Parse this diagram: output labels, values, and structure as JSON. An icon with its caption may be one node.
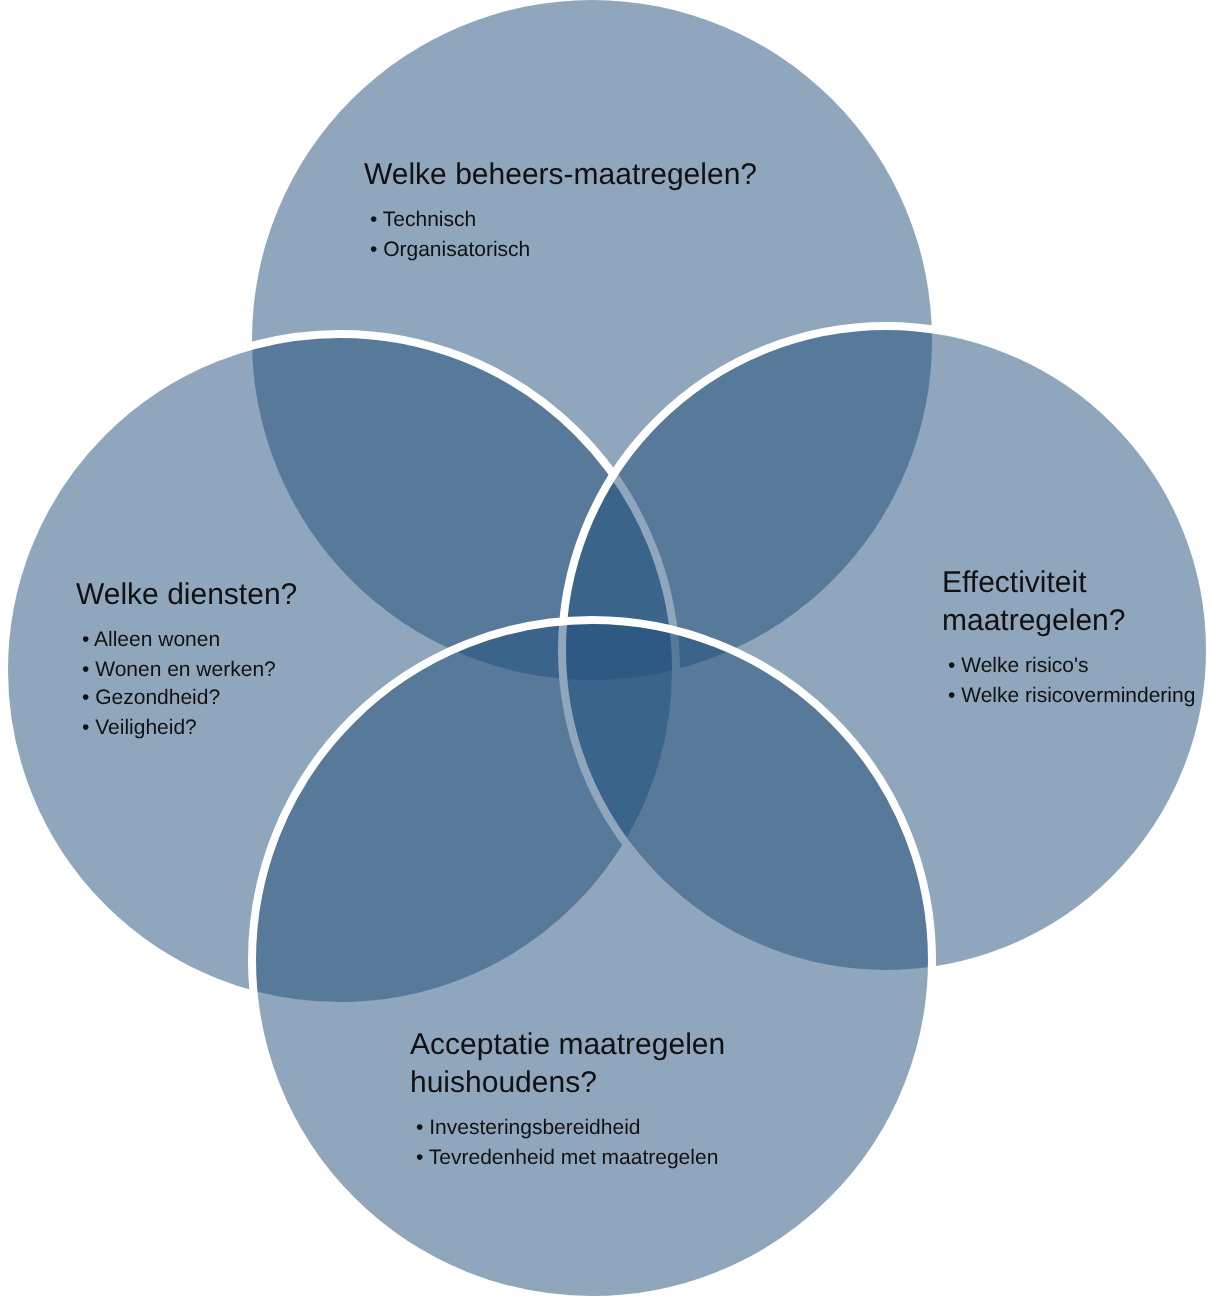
{
  "diagram": {
    "nodes": [
      {
        "text": [
          "Welke beheers-maatregelen?",
          "• Technisch",
          "• Organisatorisch"
        ]
      },
      {
        "text": [
          "Welke diensten?",
          "• Alleen wonen",
          "• Wonen en werken?",
          "• Gezondheid?",
          "• Veiligheid?"
        ]
      },
      {
        "text": [
          "Effectiviteit maatregelen?",
          "• Welke risico's",
          "• Welke risicovermindering"
        ]
      },
      {
        "text": [
          "Acceptatie maatregelen huishoudens?",
          "• Investeringsbereidheid",
          "• Tevredenheid met maatregelen"
        ]
      }
    ]
  }
}
